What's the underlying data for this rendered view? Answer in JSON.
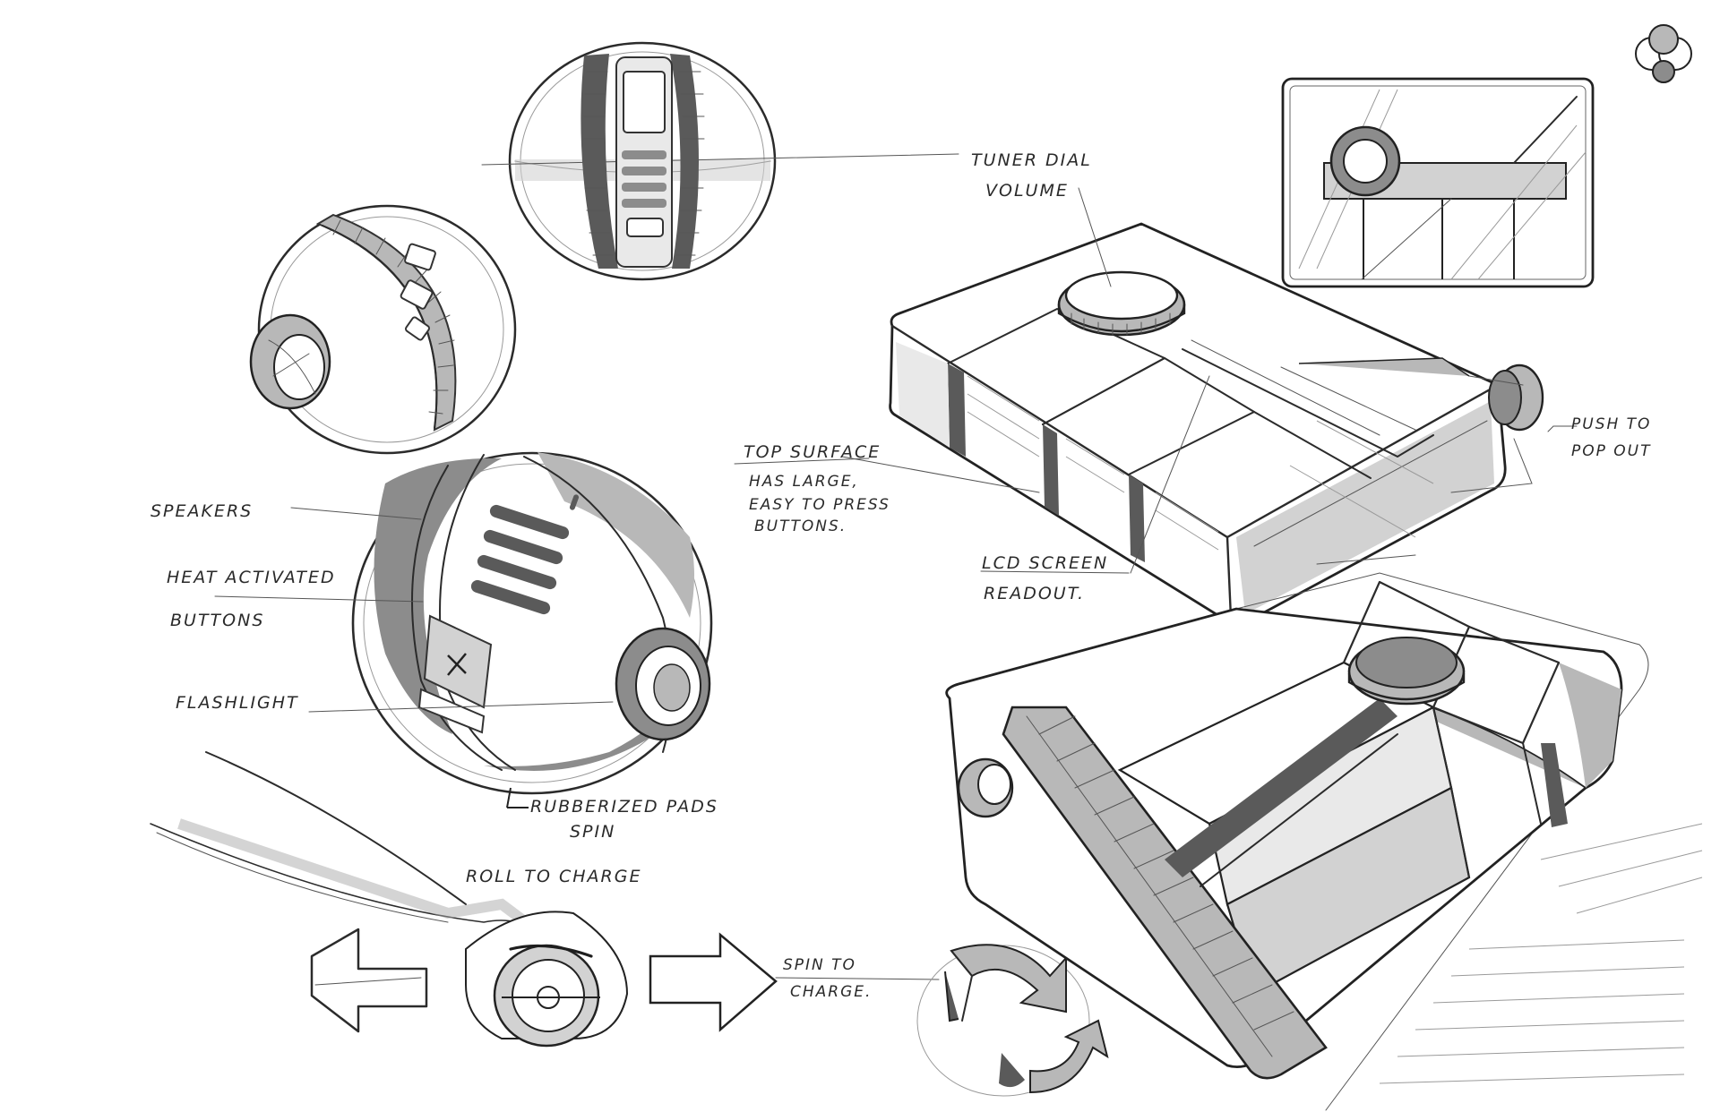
{
  "labels": {
    "tuner_dial": "TUNER DIAL",
    "volume": "VOLUME",
    "top_surface": "TOP SURFACE",
    "has_large": "HAS LARGE,",
    "easy_to_press": "EASY TO PRESS",
    "buttons_line": "BUTTONS.",
    "lcd_screen": "LCD SCREEN",
    "readout": "READOUT.",
    "push_to": "PUSH TO",
    "pop_out": "POP OUT",
    "speakers": "SPEAKERS",
    "heat_activated": "HEAT ACTIVATED",
    "buttons": "BUTTONS",
    "flashlight": "FLASHLIGHT",
    "rubberized_pads": "RUBBERIZED PADS",
    "spin": "SPIN",
    "roll_to_charge": "ROLL TO CHARGE",
    "spin_to": "SPIN TO",
    "charge": "CHARGE."
  },
  "colors": {
    "ink": "#2b2b2b",
    "paper": "#ffffff",
    "shade": "#b8b8b8"
  }
}
